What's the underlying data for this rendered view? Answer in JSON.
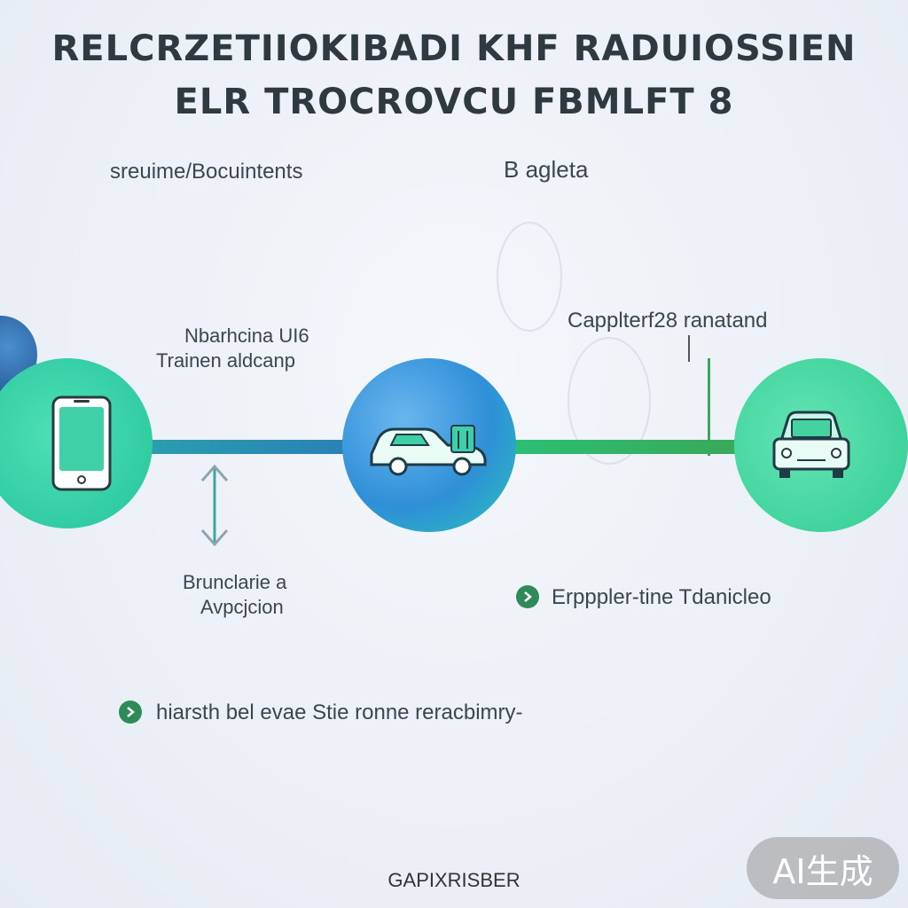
{
  "header": {
    "title_line1": "RELCRZETIIOKIBADI KHF RADUIOSSIEN",
    "title_line2": "ELR TROCROVCU FBMLFT 8"
  },
  "labels": {
    "top_left": "sreuime/Bocuintents",
    "top_right": "B agleta",
    "node1_top_line1": "Nbarhcina UI6",
    "node1_top_line2": "Trainen aldcanp",
    "node1_bottom_line1": "Brunclarie a",
    "node1_bottom_line2": "Avpcjcion",
    "node3_top": "Capplterf28 ranatand",
    "bullet1": "Erpppler-tine Tdanicleo",
    "bullet2": "hiarsth bel evae Stie ronne reracbimry-"
  },
  "footer": {
    "text": "GAPIXRISBER"
  },
  "badge": {
    "text": "AI生成"
  },
  "icons": {
    "node1": "smartphone-icon",
    "node2": "car-icon",
    "node3": "car-front-icon",
    "bullet": "chevron-right-icon"
  },
  "colors": {
    "teal_node": "#3ed1a8",
    "blue_node": "#3a9be0",
    "green_node": "#40d49b",
    "connector_left": "#2a8fb4",
    "connector_right": "#3aa85a",
    "bullet": "#2e8b57"
  }
}
